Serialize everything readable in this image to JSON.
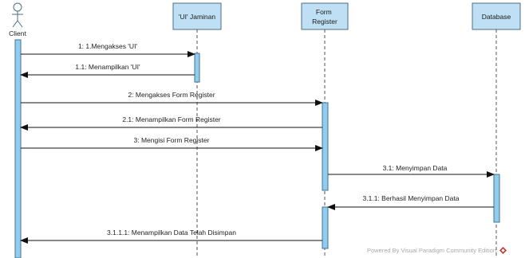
{
  "participants": [
    {
      "id": "client",
      "label": "Client",
      "kind": "actor"
    },
    {
      "id": "ui",
      "label": "'UI' Jaminan",
      "kind": "object"
    },
    {
      "id": "form",
      "label": "Form\nRegister",
      "kind": "object"
    },
    {
      "id": "db",
      "label": "Database",
      "kind": "object"
    }
  ],
  "messages": [
    {
      "from": "client",
      "to": "ui",
      "label": "1: 1.Mengakses 'UI'"
    },
    {
      "from": "ui",
      "to": "client",
      "label": "1.1: Menampilkan 'UI'"
    },
    {
      "from": "client",
      "to": "form",
      "label": "2: Mengakses Form Register"
    },
    {
      "from": "form",
      "to": "client",
      "label": "2.1: Menampilkan Form Register"
    },
    {
      "from": "client",
      "to": "form",
      "label": "3: Mengisi Form Register"
    },
    {
      "from": "form",
      "to": "db",
      "label": "3.1: Menyimpan Data"
    },
    {
      "from": "db",
      "to": "form",
      "label": "3.1.1: Berhasil Menyimpan Data"
    },
    {
      "from": "form",
      "to": "client",
      "label": "3.1.1.1: Menampilkan Data Telah Disimpan"
    }
  ],
  "colors": {
    "box_fill": "#bfe0f4",
    "box_border": "#4b6f8a",
    "activation_fill": "#8ecdf0",
    "lifeline": "#555555",
    "arrow": "#111111"
  },
  "footer": {
    "text": "Powered By  Visual Paradigm Community Edition",
    "logo_icon": "visual-paradigm-logo-icon"
  }
}
